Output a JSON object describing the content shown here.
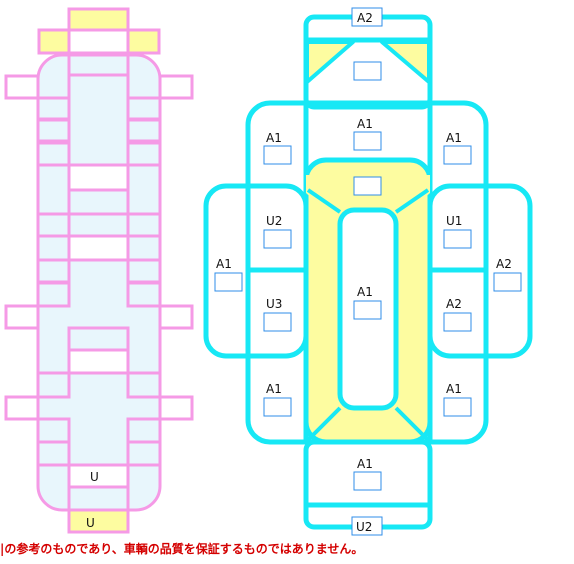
{
  "colors": {
    "left_outline": "#f59ae6",
    "left_fill": "#e8f6fc",
    "right_outline": "#17e8f5",
    "yellow": "#fdfca0",
    "inner_box": "#2f8ee8"
  },
  "left_panel": {
    "labels": [
      "U",
      "U"
    ]
  },
  "right_panel": {
    "labels": [
      "A2",
      "A1",
      "A1",
      "A1",
      "U2",
      "U1",
      "A1",
      "A2",
      "A1",
      "U3",
      "A2",
      "A1",
      "A1",
      "A1",
      "U2"
    ]
  },
  "disclaimer": "|の参考のものであり、車輌の品質を保証するものではありません。"
}
